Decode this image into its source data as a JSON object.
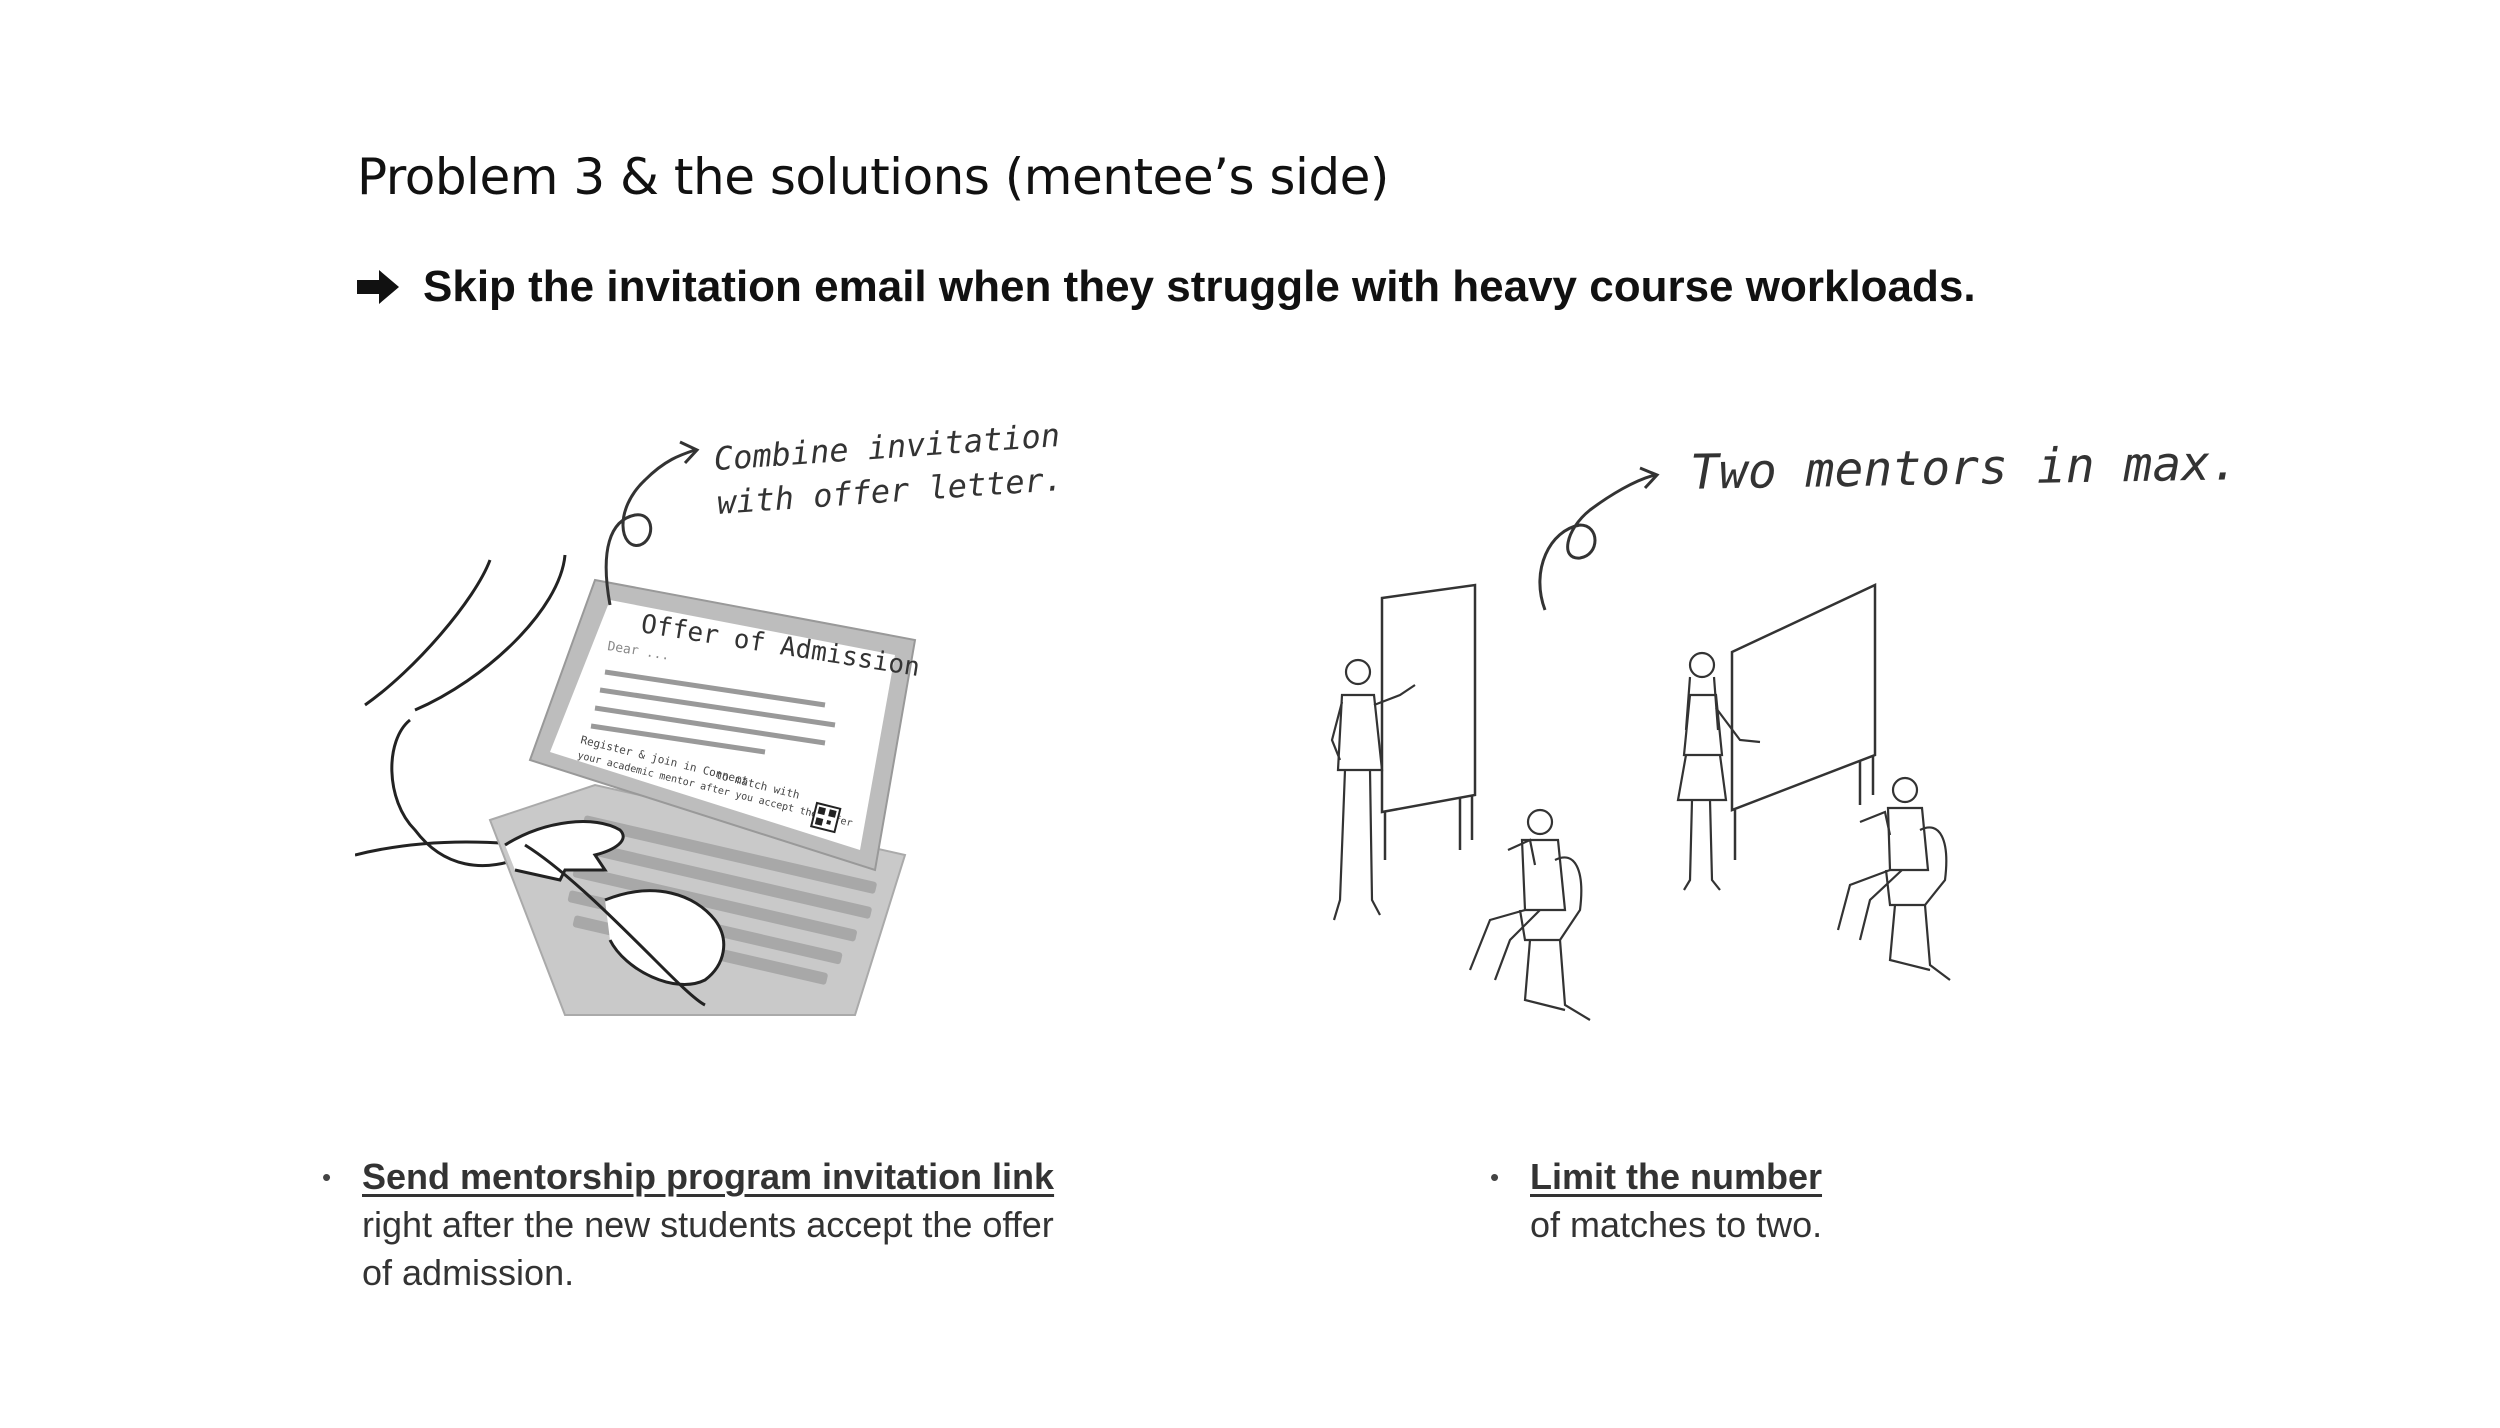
{
  "slide": {
    "title": "Problem 3 & the solutions (mentee’s side)",
    "subtitle": "Skip the invitation email when they struggle with heavy course workloads.",
    "subtitle_icon": "right-arrow-icon"
  },
  "left_panel": {
    "annotation_line1": "Combine invitation",
    "annotation_line2": "with offer letter.",
    "screen_heading": "Offer of Admission",
    "screen_greeting": "Dear ...",
    "screen_footer_line1": "Register & join in Connect",
    "screen_footer_line2": "to match with",
    "screen_footer_line3": "your academic mentor after you accept the offer"
  },
  "right_panel": {
    "annotation": "Two mentors in max."
  },
  "bullets": {
    "left": {
      "bold": "Send mentorship program invitation link",
      "rest": " right after the new students accept the offer of admission."
    },
    "right": {
      "bold": "Limit the number",
      "rest": "of matches to two."
    }
  },
  "colors": {
    "text": "#111111",
    "body_text": "#333333",
    "laptop_gray": "#bdbdbd",
    "sketch_line": "#222222"
  }
}
